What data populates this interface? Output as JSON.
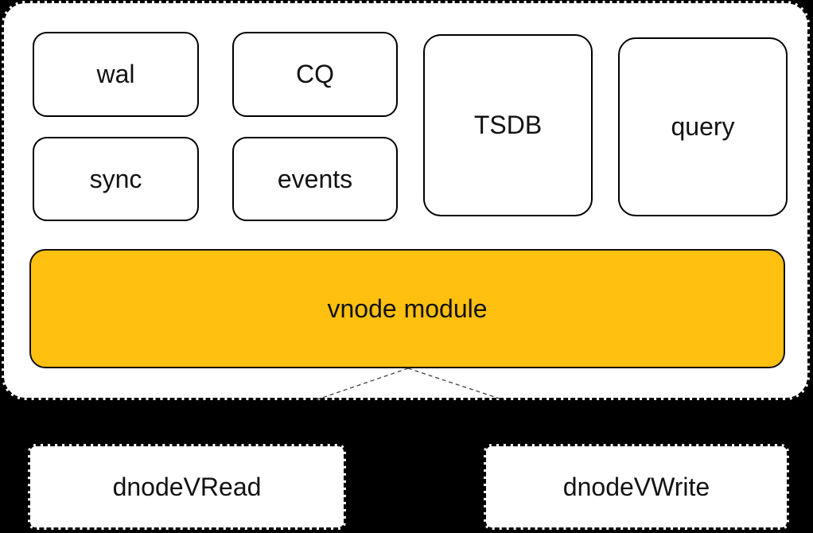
{
  "colors": {
    "background": "#000000",
    "panel_fill": "#FFFFFF",
    "panel_edge": "#000000",
    "module_fill": "#FFFFFF",
    "module_border": "#000000",
    "vnode_fill": "#FFC010",
    "connector_line": "#404040",
    "text": "#121212"
  },
  "diagram": {
    "modules": [
      {
        "label": "wal"
      },
      {
        "label": "CQ"
      },
      {
        "label": "sync"
      },
      {
        "label": "events"
      },
      {
        "label": "TSDB"
      },
      {
        "label": "query"
      }
    ],
    "vnode": {
      "label": "vnode module"
    },
    "dnodes": [
      {
        "label": "dnodeVRead"
      },
      {
        "label": "dnodeVWrite"
      }
    ]
  }
}
